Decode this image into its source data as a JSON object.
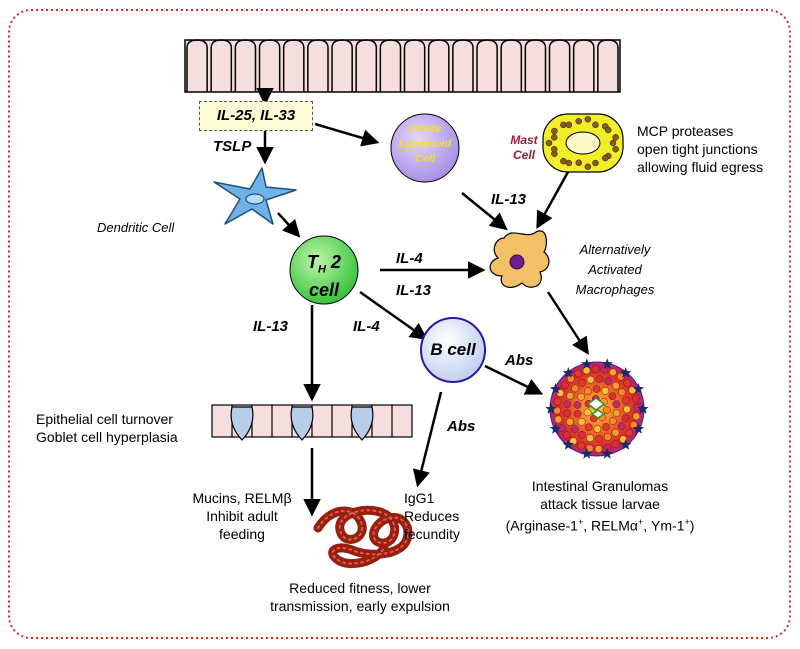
{
  "colors": {
    "frame": "#e0261a",
    "epithelium": "#f6dede",
    "cytokine_box": "#fdfbd6",
    "ilc": "#b9a2ea",
    "ilc_text": "#f2e02a",
    "mast_cell": "#f2ee2a",
    "mast_label": "#9e1b3a",
    "dendritic_cell": "#6fb2e6",
    "th2_cell": "#46d248",
    "b_cell": "#cfdcf6",
    "macrophage": "#f3c066",
    "goblet": "#b8cdea",
    "worm": "#9a1e10"
  },
  "labels": {
    "cytokines": "IL-25, IL-33",
    "tslp": "TSLP",
    "dendritic_cell": "Dendritic Cell",
    "ilc": [
      "Innate",
      "Lymphoid",
      "Cell"
    ],
    "mast_cell": [
      "Mast",
      "Cell"
    ],
    "mcp_note": [
      "MCP proteases",
      "open tight junctions",
      "allowing fluid egress"
    ],
    "th2_main": "T",
    "th2_sub": "H",
    "th2_rest": " 2",
    "th2_line2": "cell",
    "il13_ilc": "IL-13",
    "il4_mac": "IL-4",
    "il13_mac": "IL-13",
    "il13_epi": "IL-13",
    "il4_b": "IL-4",
    "b_cell": "B cell",
    "abs_granuloma": "Abs",
    "abs_igg": "Abs",
    "macrophage": [
      "Alternatively",
      "Activated",
      "Macrophages"
    ],
    "epithelial": [
      "Epithelial cell turnover",
      "Goblet cell hyperplasia"
    ],
    "mucins": [
      "Mucins, RELMβ",
      "Inhibit adult",
      "feeding"
    ],
    "igg": [
      "IgG1",
      "Reduces",
      "fecundity"
    ],
    "granuloma_line1": "Intestinal Granulomas",
    "granuloma_line2": "attack tissue larvae",
    "granuloma_line3": {
      "arg": "(Arginase-1",
      "relm": ", RELMα",
      "ym": ", Ym-1",
      "close": ")",
      "sup": "+"
    },
    "outcome": [
      "Reduced fitness, lower",
      "transmission, early expulsion"
    ]
  }
}
